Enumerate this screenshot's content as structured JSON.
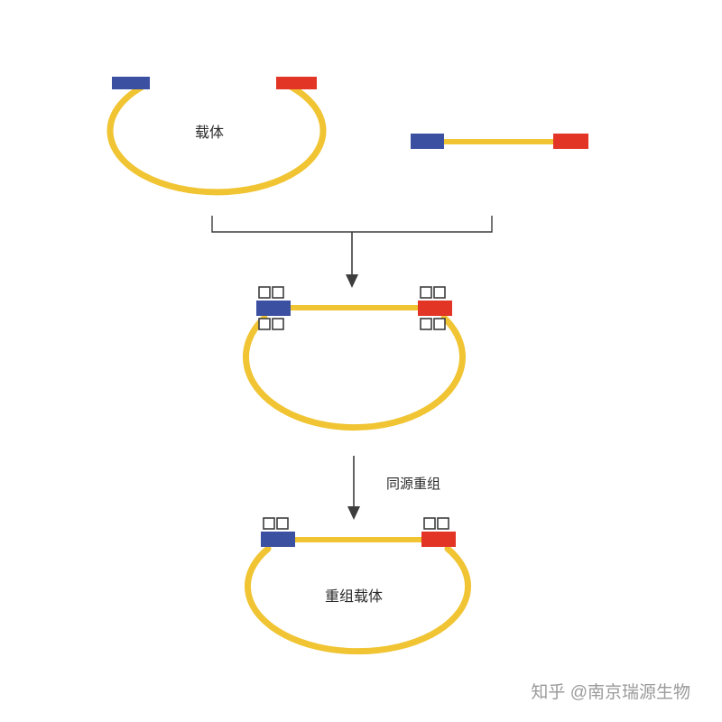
{
  "diagram": {
    "vector_label": "载体",
    "process_label": "同源重组",
    "result_label": "重组载体"
  },
  "watermark": "知乎 @南京瑞源生物",
  "colors": {
    "backbone": "#F0C432",
    "homology_left": "#3C50A2",
    "homology_right": "#E23526",
    "line": "#3d3d3d"
  }
}
